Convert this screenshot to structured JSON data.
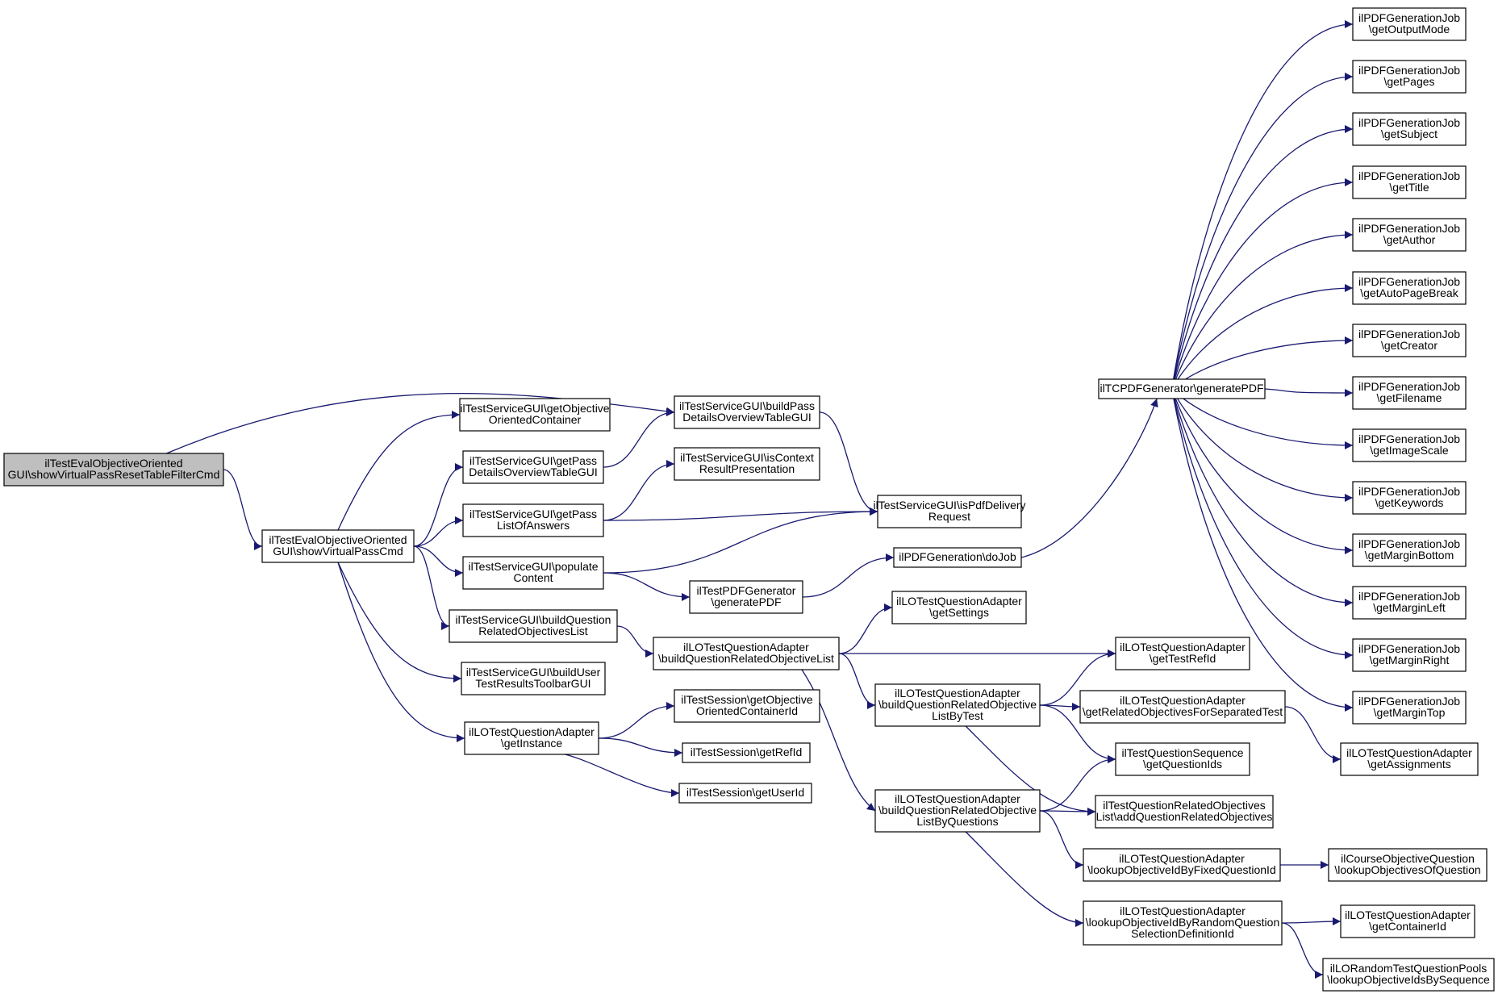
{
  "colors": {
    "edge": "#191970",
    "node_border": "#000000",
    "root_fill": "#bfbfbf",
    "node_fill": "#ffffff"
  },
  "nodes": [
    {
      "id": "root",
      "lines": [
        "ilTestEvalObjectiveOriented",
        "GUI\\showVirtualPassResetTableFilterCmd"
      ],
      "root": true
    },
    {
      "id": "showVirtualPassCmd",
      "lines": [
        "ilTestEvalObjectiveOriented",
        "GUI\\showVirtualPassCmd"
      ]
    },
    {
      "id": "getObjectiveOrientedContainer",
      "lines": [
        "ilTestServiceGUI\\getObjective",
        "OrientedContainer"
      ]
    },
    {
      "id": "getPassDetailsOverviewTableGUI",
      "lines": [
        "ilTestServiceGUI\\getPass",
        "DetailsOverviewTableGUI"
      ]
    },
    {
      "id": "getPassListOfAnswers",
      "lines": [
        "ilTestServiceGUI\\getPass",
        "ListOfAnswers"
      ]
    },
    {
      "id": "populateContent",
      "lines": [
        "ilTestServiceGUI\\populate",
        "Content"
      ]
    },
    {
      "id": "buildQuestionRelatedObjectivesList",
      "lines": [
        "ilTestServiceGUI\\buildQuestion",
        "RelatedObjectivesList"
      ]
    },
    {
      "id": "buildUserTestResultsToolbarGUI",
      "lines": [
        "ilTestServiceGUI\\buildUser",
        "TestResultsToolbarGUI"
      ]
    },
    {
      "id": "getInstance",
      "lines": [
        "ilLOTestQuestionAdapter",
        "\\getInstance"
      ]
    },
    {
      "id": "buildPassDetailsOverviewTableGUI",
      "lines": [
        "ilTestServiceGUI\\buildPass",
        "DetailsOverviewTableGUI"
      ]
    },
    {
      "id": "isContextResultPresentation",
      "lines": [
        "ilTestServiceGUI\\isContext",
        "ResultPresentation"
      ]
    },
    {
      "id": "testPDFGeneratePDF",
      "lines": [
        "ilTestPDFGenerator",
        "\\generatePDF"
      ]
    },
    {
      "id": "buildQuestionRelatedObjectiveList",
      "lines": [
        "ilLOTestQuestionAdapter",
        "\\buildQuestionRelatedObjectiveList"
      ]
    },
    {
      "id": "getObjectiveOrientedContainerId",
      "lines": [
        "ilTestSession\\getObjective",
        "OrientedContainerId"
      ]
    },
    {
      "id": "getRefId",
      "lines": [
        "ilTestSession\\getRefId"
      ]
    },
    {
      "id": "getUserId",
      "lines": [
        "ilTestSession\\getUserId"
      ]
    },
    {
      "id": "isPdfDeliveryRequest",
      "lines": [
        "ilTestServiceGUI\\isPdfDelivery",
        "Request"
      ]
    },
    {
      "id": "doJob",
      "lines": [
        "ilPDFGeneration\\doJob"
      ]
    },
    {
      "id": "getSettings",
      "lines": [
        "ilLOTestQuestionAdapter",
        "\\getSettings"
      ]
    },
    {
      "id": "listByTest",
      "lines": [
        "ilLOTestQuestionAdapter",
        "\\buildQuestionRelatedObjective",
        "ListByTest"
      ]
    },
    {
      "id": "listByQuestions",
      "lines": [
        "ilLOTestQuestionAdapter",
        "\\buildQuestionRelatedObjective",
        "ListByQuestions"
      ]
    },
    {
      "id": "tcpdfGeneratePDF",
      "lines": [
        "ilTCPDFGenerator\\generatePDF"
      ]
    },
    {
      "id": "getTestRefId",
      "lines": [
        "ilLOTestQuestionAdapter",
        "\\getTestRefId"
      ]
    },
    {
      "id": "getRelatedObjectivesForSeparatedTest",
      "lines": [
        "ilLOTestQuestionAdapter",
        "\\getRelatedObjectivesForSeparatedTest"
      ]
    },
    {
      "id": "getQuestionIds",
      "lines": [
        "ilTestQuestionSequence",
        "\\getQuestionIds"
      ]
    },
    {
      "id": "addQuestionRelatedObjectives",
      "lines": [
        "ilTestQuestionRelatedObjectives",
        "List\\addQuestionRelatedObjectives"
      ]
    },
    {
      "id": "lookupObjectiveIdByFixedQuestionId",
      "lines": [
        "ilLOTestQuestionAdapter",
        "\\lookupObjectiveIdByFixedQuestionId"
      ]
    },
    {
      "id": "lookupObjectiveIdByRandomQuestionSelectionDefinitionId",
      "lines": [
        "ilLOTestQuestionAdapter",
        "\\lookupObjectiveIdByRandomQuestion",
        "SelectionDefinitionId"
      ]
    },
    {
      "id": "getOutputMode",
      "lines": [
        "ilPDFGenerationJob",
        "\\getOutputMode"
      ]
    },
    {
      "id": "getPages",
      "lines": [
        "ilPDFGenerationJob",
        "\\getPages"
      ]
    },
    {
      "id": "getSubject",
      "lines": [
        "ilPDFGenerationJob",
        "\\getSubject"
      ]
    },
    {
      "id": "getTitle",
      "lines": [
        "ilPDFGenerationJob",
        "\\getTitle"
      ]
    },
    {
      "id": "getAuthor",
      "lines": [
        "ilPDFGenerationJob",
        "\\getAuthor"
      ]
    },
    {
      "id": "getAutoPageBreak",
      "lines": [
        "ilPDFGenerationJob",
        "\\getAutoPageBreak"
      ]
    },
    {
      "id": "getCreator",
      "lines": [
        "ilPDFGenerationJob",
        "\\getCreator"
      ]
    },
    {
      "id": "getFilename",
      "lines": [
        "ilPDFGenerationJob",
        "\\getFilename"
      ]
    },
    {
      "id": "getImageScale",
      "lines": [
        "ilPDFGenerationJob",
        "\\getImageScale"
      ]
    },
    {
      "id": "getKeywords",
      "lines": [
        "ilPDFGenerationJob",
        "\\getKeywords"
      ]
    },
    {
      "id": "getMarginBottom",
      "lines": [
        "ilPDFGenerationJob",
        "\\getMarginBottom"
      ]
    },
    {
      "id": "getMarginLeft",
      "lines": [
        "ilPDFGenerationJob",
        "\\getMarginLeft"
      ]
    },
    {
      "id": "getMarginRight",
      "lines": [
        "ilPDFGenerationJob",
        "\\getMarginRight"
      ]
    },
    {
      "id": "getMarginTop",
      "lines": [
        "ilPDFGenerationJob",
        "\\getMarginTop"
      ]
    },
    {
      "id": "getAssignments",
      "lines": [
        "ilLOTestQuestionAdapter",
        "\\getAssignments"
      ]
    },
    {
      "id": "lookupObjectivesOfQuestion",
      "lines": [
        "ilCourseObjectiveQuestion",
        "\\lookupObjectivesOfQuestion"
      ]
    },
    {
      "id": "getContainerId",
      "lines": [
        "ilLOTestQuestionAdapter",
        "\\getContainerId"
      ]
    },
    {
      "id": "lookupObjectiveIdsBySequence",
      "lines": [
        "ilLORandomTestQuestionPools",
        "\\lookupObjectiveIdsBySequence"
      ]
    }
  ],
  "edges": [
    [
      "root",
      "buildPassDetailsOverviewTableGUI"
    ],
    [
      "root",
      "showVirtualPassCmd"
    ],
    [
      "showVirtualPassCmd",
      "getObjectiveOrientedContainer"
    ],
    [
      "showVirtualPassCmd",
      "getPassDetailsOverviewTableGUI"
    ],
    [
      "showVirtualPassCmd",
      "getPassListOfAnswers"
    ],
    [
      "showVirtualPassCmd",
      "populateContent"
    ],
    [
      "showVirtualPassCmd",
      "buildQuestionRelatedObjectivesList"
    ],
    [
      "showVirtualPassCmd",
      "buildUserTestResultsToolbarGUI"
    ],
    [
      "showVirtualPassCmd",
      "getInstance"
    ],
    [
      "getPassDetailsOverviewTableGUI",
      "buildPassDetailsOverviewTableGUI"
    ],
    [
      "getPassListOfAnswers",
      "isContextResultPresentation"
    ],
    [
      "getPassListOfAnswers",
      "isPdfDeliveryRequest"
    ],
    [
      "populateContent",
      "isPdfDeliveryRequest"
    ],
    [
      "populateContent",
      "testPDFGeneratePDF"
    ],
    [
      "buildPassDetailsOverviewTableGUI",
      "isPdfDeliveryRequest"
    ],
    [
      "buildQuestionRelatedObjectivesList",
      "buildQuestionRelatedObjectiveList"
    ],
    [
      "getInstance",
      "getObjectiveOrientedContainerId"
    ],
    [
      "getInstance",
      "getRefId"
    ],
    [
      "getInstance",
      "getUserId"
    ],
    [
      "testPDFGeneratePDF",
      "doJob"
    ],
    [
      "doJob",
      "tcpdfGeneratePDF"
    ],
    [
      "buildQuestionRelatedObjectiveList",
      "getSettings"
    ],
    [
      "buildQuestionRelatedObjectiveList",
      "getTestRefId"
    ],
    [
      "buildQuestionRelatedObjectiveList",
      "listByTest"
    ],
    [
      "buildQuestionRelatedObjectiveList",
      "listByQuestions"
    ],
    [
      "listByTest",
      "getTestRefId"
    ],
    [
      "listByTest",
      "getRelatedObjectivesForSeparatedTest"
    ],
    [
      "listByTest",
      "getQuestionIds"
    ],
    [
      "listByTest",
      "addQuestionRelatedObjectives"
    ],
    [
      "listByQuestions",
      "getQuestionIds"
    ],
    [
      "listByQuestions",
      "addQuestionRelatedObjectives"
    ],
    [
      "listByQuestions",
      "lookupObjectiveIdByFixedQuestionId"
    ],
    [
      "listByQuestions",
      "lookupObjectiveIdByRandomQuestionSelectionDefinitionId"
    ],
    [
      "getRelatedObjectivesForSeparatedTest",
      "getAssignments"
    ],
    [
      "lookupObjectiveIdByFixedQuestionId",
      "lookupObjectivesOfQuestion"
    ],
    [
      "lookupObjectiveIdByRandomQuestionSelectionDefinitionId",
      "getContainerId"
    ],
    [
      "lookupObjectiveIdByRandomQuestionSelectionDefinitionId",
      "lookupObjectiveIdsBySequence"
    ],
    [
      "tcpdfGeneratePDF",
      "getOutputMode"
    ],
    [
      "tcpdfGeneratePDF",
      "getPages"
    ],
    [
      "tcpdfGeneratePDF",
      "getSubject"
    ],
    [
      "tcpdfGeneratePDF",
      "getTitle"
    ],
    [
      "tcpdfGeneratePDF",
      "getAuthor"
    ],
    [
      "tcpdfGeneratePDF",
      "getAutoPageBreak"
    ],
    [
      "tcpdfGeneratePDF",
      "getCreator"
    ],
    [
      "tcpdfGeneratePDF",
      "getFilename"
    ],
    [
      "tcpdfGeneratePDF",
      "getImageScale"
    ],
    [
      "tcpdfGeneratePDF",
      "getKeywords"
    ],
    [
      "tcpdfGeneratePDF",
      "getMarginBottom"
    ],
    [
      "tcpdfGeneratePDF",
      "getMarginLeft"
    ],
    [
      "tcpdfGeneratePDF",
      "getMarginRight"
    ],
    [
      "tcpdfGeneratePDF",
      "getMarginTop"
    ]
  ]
}
